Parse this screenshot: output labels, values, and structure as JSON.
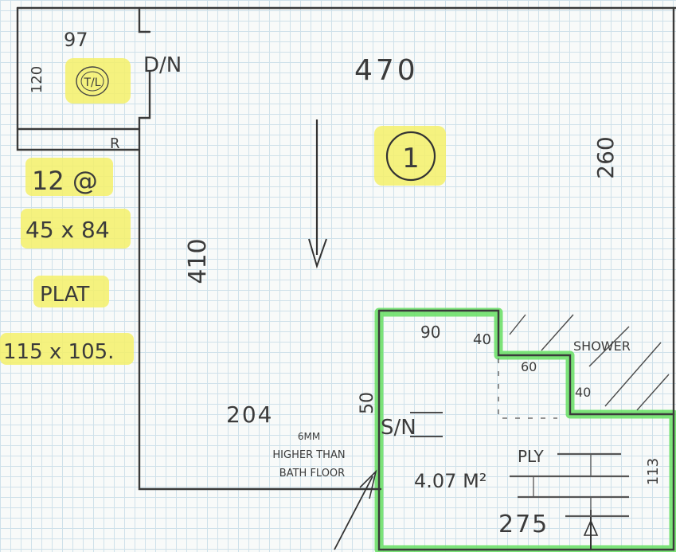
{
  "labels": {
    "top_left_width": "97",
    "top_left_height": "120",
    "toilet_marker": "T/L",
    "door_top": "D/N",
    "robe_mark": "R",
    "top_length": "470",
    "room_number": "1",
    "right_length": "260",
    "left_length": "410",
    "spec_qty": "12 @",
    "spec_size": "45 x 84",
    "spec_plate": "PLAT",
    "spec_plate_size": "115 x 105.",
    "bottom_length": "204",
    "floor_note_line1": "6MM",
    "floor_note_line2": "HIGHER THAN",
    "floor_note_line3": "BATH FLOOR",
    "bath_dim_90": "90",
    "bath_dim_40a": "40",
    "bath_dim_60": "60",
    "bath_dim_40b": "40",
    "shower_label": "SHOWER",
    "side_dim_50": "50",
    "door_bath": "S/N",
    "ply_label": "PLY",
    "area_label": "4.07 M²",
    "bath_length": "275",
    "bath_height": "113"
  },
  "colors": {
    "highlight": "#f4f06a",
    "green_outline": "#6ee06a",
    "pencil": "#3a3a3a",
    "grid": "#cfe1ea"
  }
}
